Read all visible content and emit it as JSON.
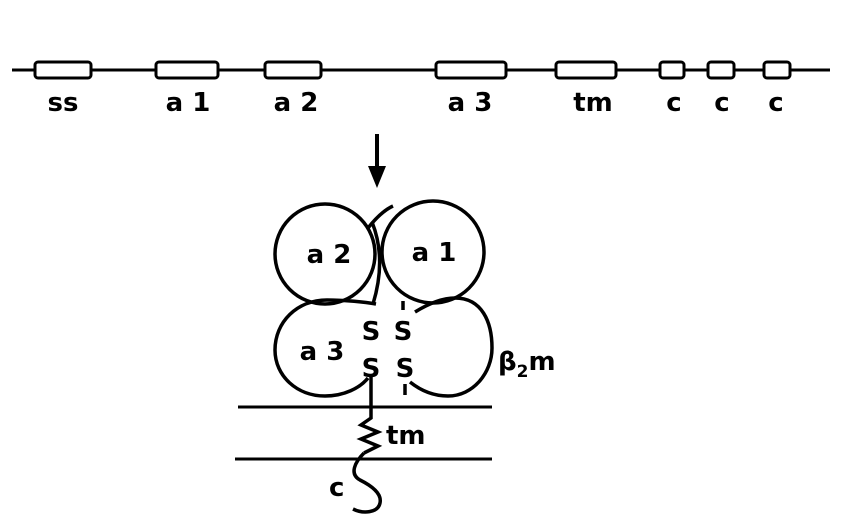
{
  "gene_map": {
    "exons": [
      {
        "id": "ss",
        "label": "ss"
      },
      {
        "id": "a1",
        "label": "a 1"
      },
      {
        "id": "a2",
        "label": "a 2"
      },
      {
        "id": "a3",
        "label": "a 3"
      },
      {
        "id": "tm",
        "label": "tm"
      },
      {
        "id": "c1",
        "label": "c"
      },
      {
        "id": "c2",
        "label": "c"
      },
      {
        "id": "c3",
        "label": "c"
      }
    ]
  },
  "protein": {
    "domain_a2": "a 2",
    "domain_a1": "a 1",
    "domain_a3": "a 3",
    "b2m_beta": "β",
    "b2m_sub": "2",
    "b2m_m": "m",
    "disulfide_left_top": "S",
    "disulfide_left_bottom": "S",
    "disulfide_right_top": "S",
    "disulfide_right_bottom": "S",
    "tm_label": "tm",
    "c_label": "c"
  },
  "colors": {
    "ink": "#000000",
    "background": "#ffffff"
  }
}
